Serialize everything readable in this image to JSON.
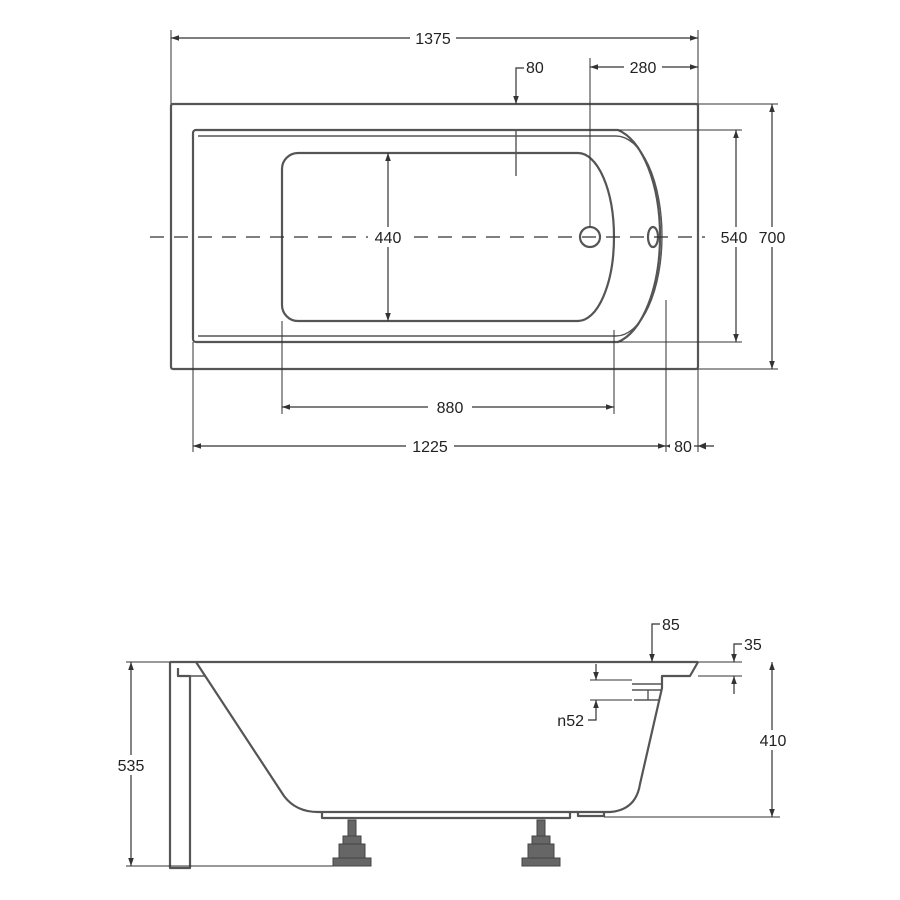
{
  "top_view": {
    "dimensions": {
      "overall_length": "1375",
      "overflow_inset": "80",
      "drain_to_end": "280",
      "bottom_width": "440",
      "inner_width": "540",
      "overall_width": "700",
      "bottom_length": "880",
      "inner_length": "1225",
      "rim_end": "80"
    }
  },
  "side_view": {
    "dimensions": {
      "rim_step": "85",
      "rim_thickness": "35",
      "overflow_label": "n52",
      "inner_depth": "410",
      "overall_height": "535"
    }
  },
  "colors": {
    "outline": "#555555",
    "dimension": "#333333"
  }
}
